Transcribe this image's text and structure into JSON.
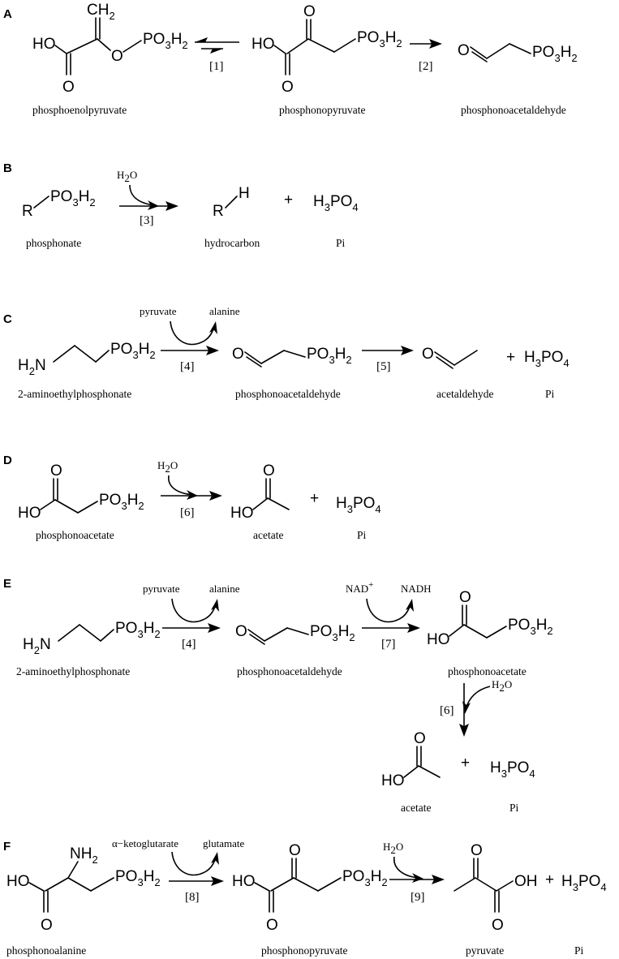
{
  "panels": {
    "A": "A",
    "B": "B",
    "C": "C",
    "D": "D",
    "E": "E",
    "F": "F"
  },
  "steps": {
    "s1": "[1]",
    "s2": "[2]",
    "s3": "[3]",
    "s4": "[4]",
    "s5": "[5]",
    "s6": "[6]",
    "s7": "[7]",
    "s8": "[8]",
    "s9": "[9]"
  },
  "names": {
    "phosphoenolpyruvate": "phosphoenolpyruvate",
    "phosphonopyruvate": "phosphonopyruvate",
    "phosphonoacetaldehyde": "phosphonoacetaldehyde",
    "phosphonate": "phosphonate",
    "hydrocarbon": "hydrocarbon",
    "pi": "Pi",
    "aep": "2-aminoethylphosphonate",
    "acetaldehyde": "acetaldehyde",
    "phosphonoacetate": "phosphonoacetate",
    "acetate": "acetate",
    "phosphonoalanine": "phosphonoalanine",
    "pyruvate": "pyruvate"
  },
  "cofactors": {
    "water": "H2O",
    "pyruvate": "pyruvate",
    "alanine": "alanine",
    "nad": "NAD",
    "nad_sup": "+",
    "nadh": "NADH",
    "akg": "α−ketoglutarate",
    "glutamate": "glutamate"
  },
  "atoms": {
    "HO": "HO",
    "OH": "OH",
    "O": "O",
    "R": "R",
    "H": "H",
    "CH": "CH",
    "N": "N",
    "NH": "NH",
    "two": "2",
    "PO": "PO",
    "three": "3",
    "four": "4",
    "plus": "+"
  }
}
